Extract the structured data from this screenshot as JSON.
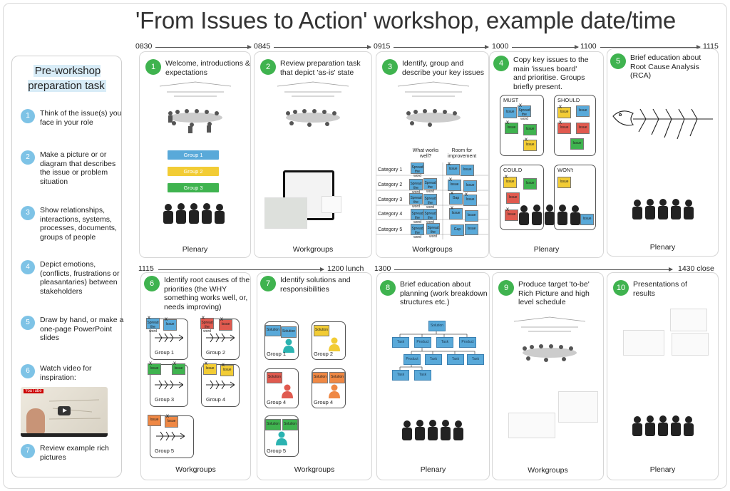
{
  "title": "'From Issues to Action' workshop, example date/time",
  "colors": {
    "green": "#3fb34f",
    "blue": "#59a9d9",
    "yellow": "#f2cc35",
    "red": "#e05a4f",
    "orange": "#ef8844",
    "light_blue": "#7ec3e6"
  },
  "timeline_top": {
    "t1": "0830",
    "t2": "0845",
    "t3": "0915",
    "t4": "1000",
    "t5": "1100",
    "t6": "1115"
  },
  "timeline_bottom": {
    "t1": "1115",
    "t2": "1200 lunch",
    "t3": "1300",
    "t4": "1430 close"
  },
  "sidebar": {
    "title": "Pre-workshop preparation task",
    "items": [
      {
        "num": "1",
        "text": "Think of the issue(s) you face in your role"
      },
      {
        "num": "2",
        "text": "Make a picture or or diagram that describes the issue or problem situation"
      },
      {
        "num": "3",
        "text": "Show relationships, interactions, systems, processes, documents, groups of people"
      },
      {
        "num": "4",
        "text": "Depict emotions, (conflicts, frustrations or pleasantaries) between stakeholders"
      },
      {
        "num": "5",
        "text": "Draw by hand, or make a one-page PowerPoint slides"
      },
      {
        "num": "6",
        "text": "Watch video for inspiration:"
      },
      {
        "num": "7",
        "text": "Review example rich pictures"
      }
    ],
    "video_label": "YouTube"
  },
  "steps": [
    {
      "num": "1",
      "text": "Welcome, introductions & expectations",
      "footer": "Plenary"
    },
    {
      "num": "2",
      "text": "Review preparation task that depict 'as-is' state",
      "footer": "Workgroups"
    },
    {
      "num": "3",
      "text": "Identify, group and describe your key issues",
      "footer": "Workgroups"
    },
    {
      "num": "4",
      "text": "Copy key issues to the main 'issues board' and prioritise. Groups briefly present.",
      "footer": "Plenary"
    },
    {
      "num": "5",
      "text": "Brief education about Root Cause Analysis (RCA)",
      "footer": "Plenary"
    },
    {
      "num": "6",
      "text": "Identify root causes of the priorities (the WHY something works well, or, needs improving)",
      "footer": "Workgroups"
    },
    {
      "num": "7",
      "text": "Identify solutions and responsibilities",
      "footer": "Workgroups"
    },
    {
      "num": "8",
      "text": "Brief education about planning (work breakdown structures etc.)",
      "footer": "Plenary"
    },
    {
      "num": "9",
      "text": "Produce target 'to-be' Rich Picture and high level schedule",
      "footer": "Workgroups"
    },
    {
      "num": "10",
      "text": "Presentations of results",
      "footer": "Plenary"
    }
  ],
  "step1_groups": [
    "Group 1",
    "Group 2",
    "Group 3"
  ],
  "step3": {
    "col1": "What works well?",
    "col2": "Room for improvement",
    "categories": [
      "Category 1",
      "Category 2",
      "Category 3",
      "Category 4",
      "Category 5"
    ],
    "note_spread": "Spread the word",
    "note_issue": "Issue",
    "note_gap": "Gap"
  },
  "step4": {
    "must": "MUST",
    "should": "SHOULD",
    "could": "COULD",
    "wont": "WON't",
    "note_issue": "Issue",
    "note_spread": "Spread the word"
  },
  "step6": {
    "groups": [
      "Group 1",
      "Group 2",
      "Group 3",
      "Group 4",
      "Group 5"
    ],
    "note_issue": "Issue",
    "note_spread": "Spread the word"
  },
  "step7": {
    "groups": [
      "Group 1",
      "Group 2",
      "Group 4",
      "Group 4",
      "Group 5"
    ],
    "solution": "Solution"
  },
  "step8": {
    "root": "Solution",
    "level1": [
      "Task",
      "Product",
      "Task",
      "Product"
    ],
    "level2": [
      "Product",
      "Task",
      "Task",
      "Task"
    ],
    "level3": [
      "Task",
      "Task"
    ]
  }
}
